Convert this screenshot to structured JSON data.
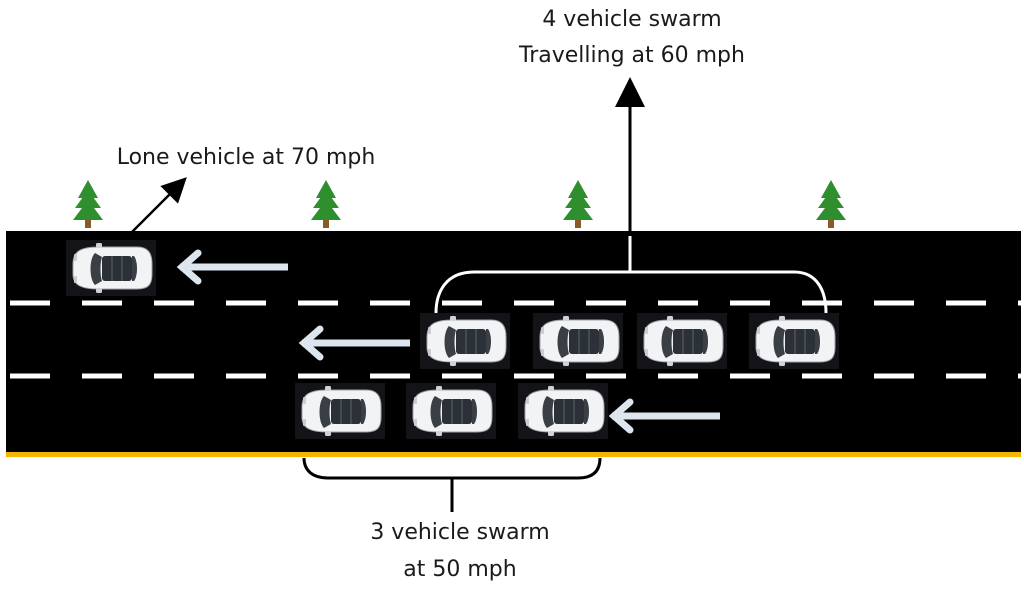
{
  "labels": {
    "lone": "Lone vehicle at 70 mph",
    "swarm4_line1": "4 vehicle swarm",
    "swarm4_line2": "Travelling at 60 mph",
    "swarm3_line1": "3 vehicle swarm",
    "swarm3_line2": "at 50 mph"
  },
  "colors": {
    "road": "#000000",
    "lane_marking": "#ffffff",
    "road_edge": "#f5b400",
    "direction_arrow": "#dde6ee",
    "tree": "#2f8f2f",
    "trunk": "#8b5a2b",
    "annotation": "#000000"
  },
  "icons": {
    "vehicle": "car-top-view-icon",
    "tree": "pine-tree-icon",
    "direction": "arrow-left-icon"
  }
}
